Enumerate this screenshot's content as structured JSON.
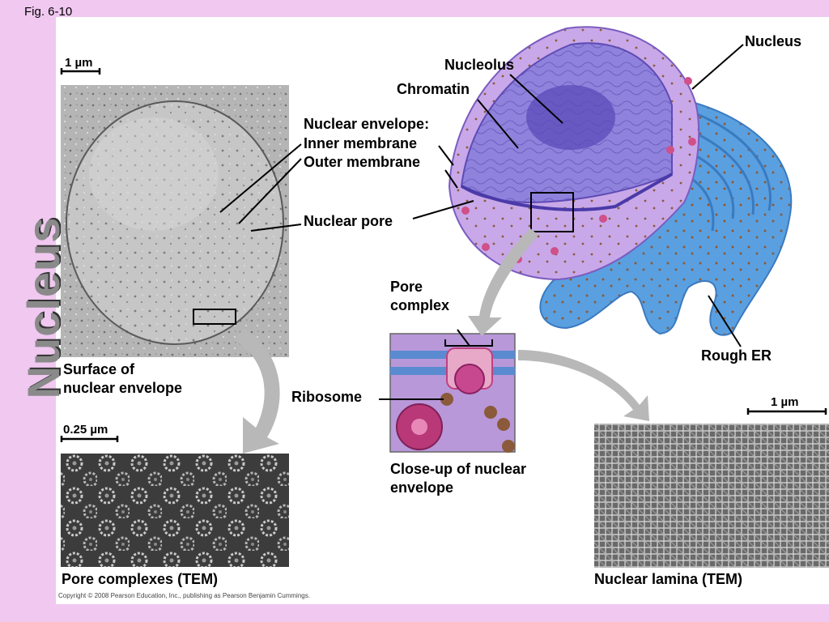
{
  "figure": {
    "label": "Fig. 6-10"
  },
  "side_title": "Nucleus",
  "scale_bars": {
    "top_left": "1 µm",
    "bottom_left": "0.25 µm",
    "right": "1 µm"
  },
  "labels": {
    "nucleus": "Nucleus",
    "nucleolus": "Nucleolus",
    "chromatin": "Chromatin",
    "nuclear_envelope": "Nuclear envelope:",
    "inner_membrane": "Inner membrane",
    "outer_membrane": "Outer membrane",
    "nuclear_pore": "Nuclear pore",
    "pore_complex_1": "Pore",
    "pore_complex_2": "complex",
    "rough_er": "Rough ER",
    "ribosome": "Ribosome"
  },
  "captions": {
    "surface_1": "Surface of",
    "surface_2": "nuclear envelope",
    "pore_complexes": "Pore complexes (TEM)",
    "closeup_1": "Close-up of nuclear",
    "closeup_2": "envelope",
    "lamina": "Nuclear lamina (TEM)"
  },
  "copyright": "Copyright © 2008 Pearson Education, Inc., publishing as Pearson Benjamin Cummings.",
  "colors": {
    "background": "#f0c8f0",
    "panel": "#ffffff",
    "nucleus": "#8a7ad8",
    "er": "#5aa0e0",
    "pore": "#d0508a",
    "arrow": "#b8b8b8"
  }
}
